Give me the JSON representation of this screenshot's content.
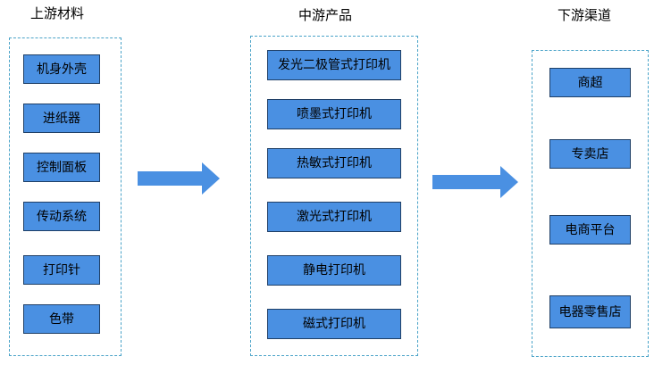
{
  "columns": {
    "upstream": {
      "title": "上游材料",
      "items": [
        "机身外壳",
        "进纸器",
        "控制面板",
        "传动系统",
        "打印针",
        "色带"
      ]
    },
    "midstream": {
      "title": "中游产品",
      "items": [
        "发光二极管式打印机",
        "喷墨式打印机",
        "热敏式打印机",
        "激光式打印机",
        "静电打印机",
        "磁式打印机"
      ]
    },
    "downstream": {
      "title": "下游渠道",
      "items": [
        "商超",
        "专卖店",
        "电商平台",
        "电器零售店"
      ]
    }
  },
  "colors": {
    "node_fill": "#4a90e2",
    "node_border": "#1f3f66",
    "group_border": "#4aa3c8",
    "arrow_fill": "#4a90e2"
  }
}
